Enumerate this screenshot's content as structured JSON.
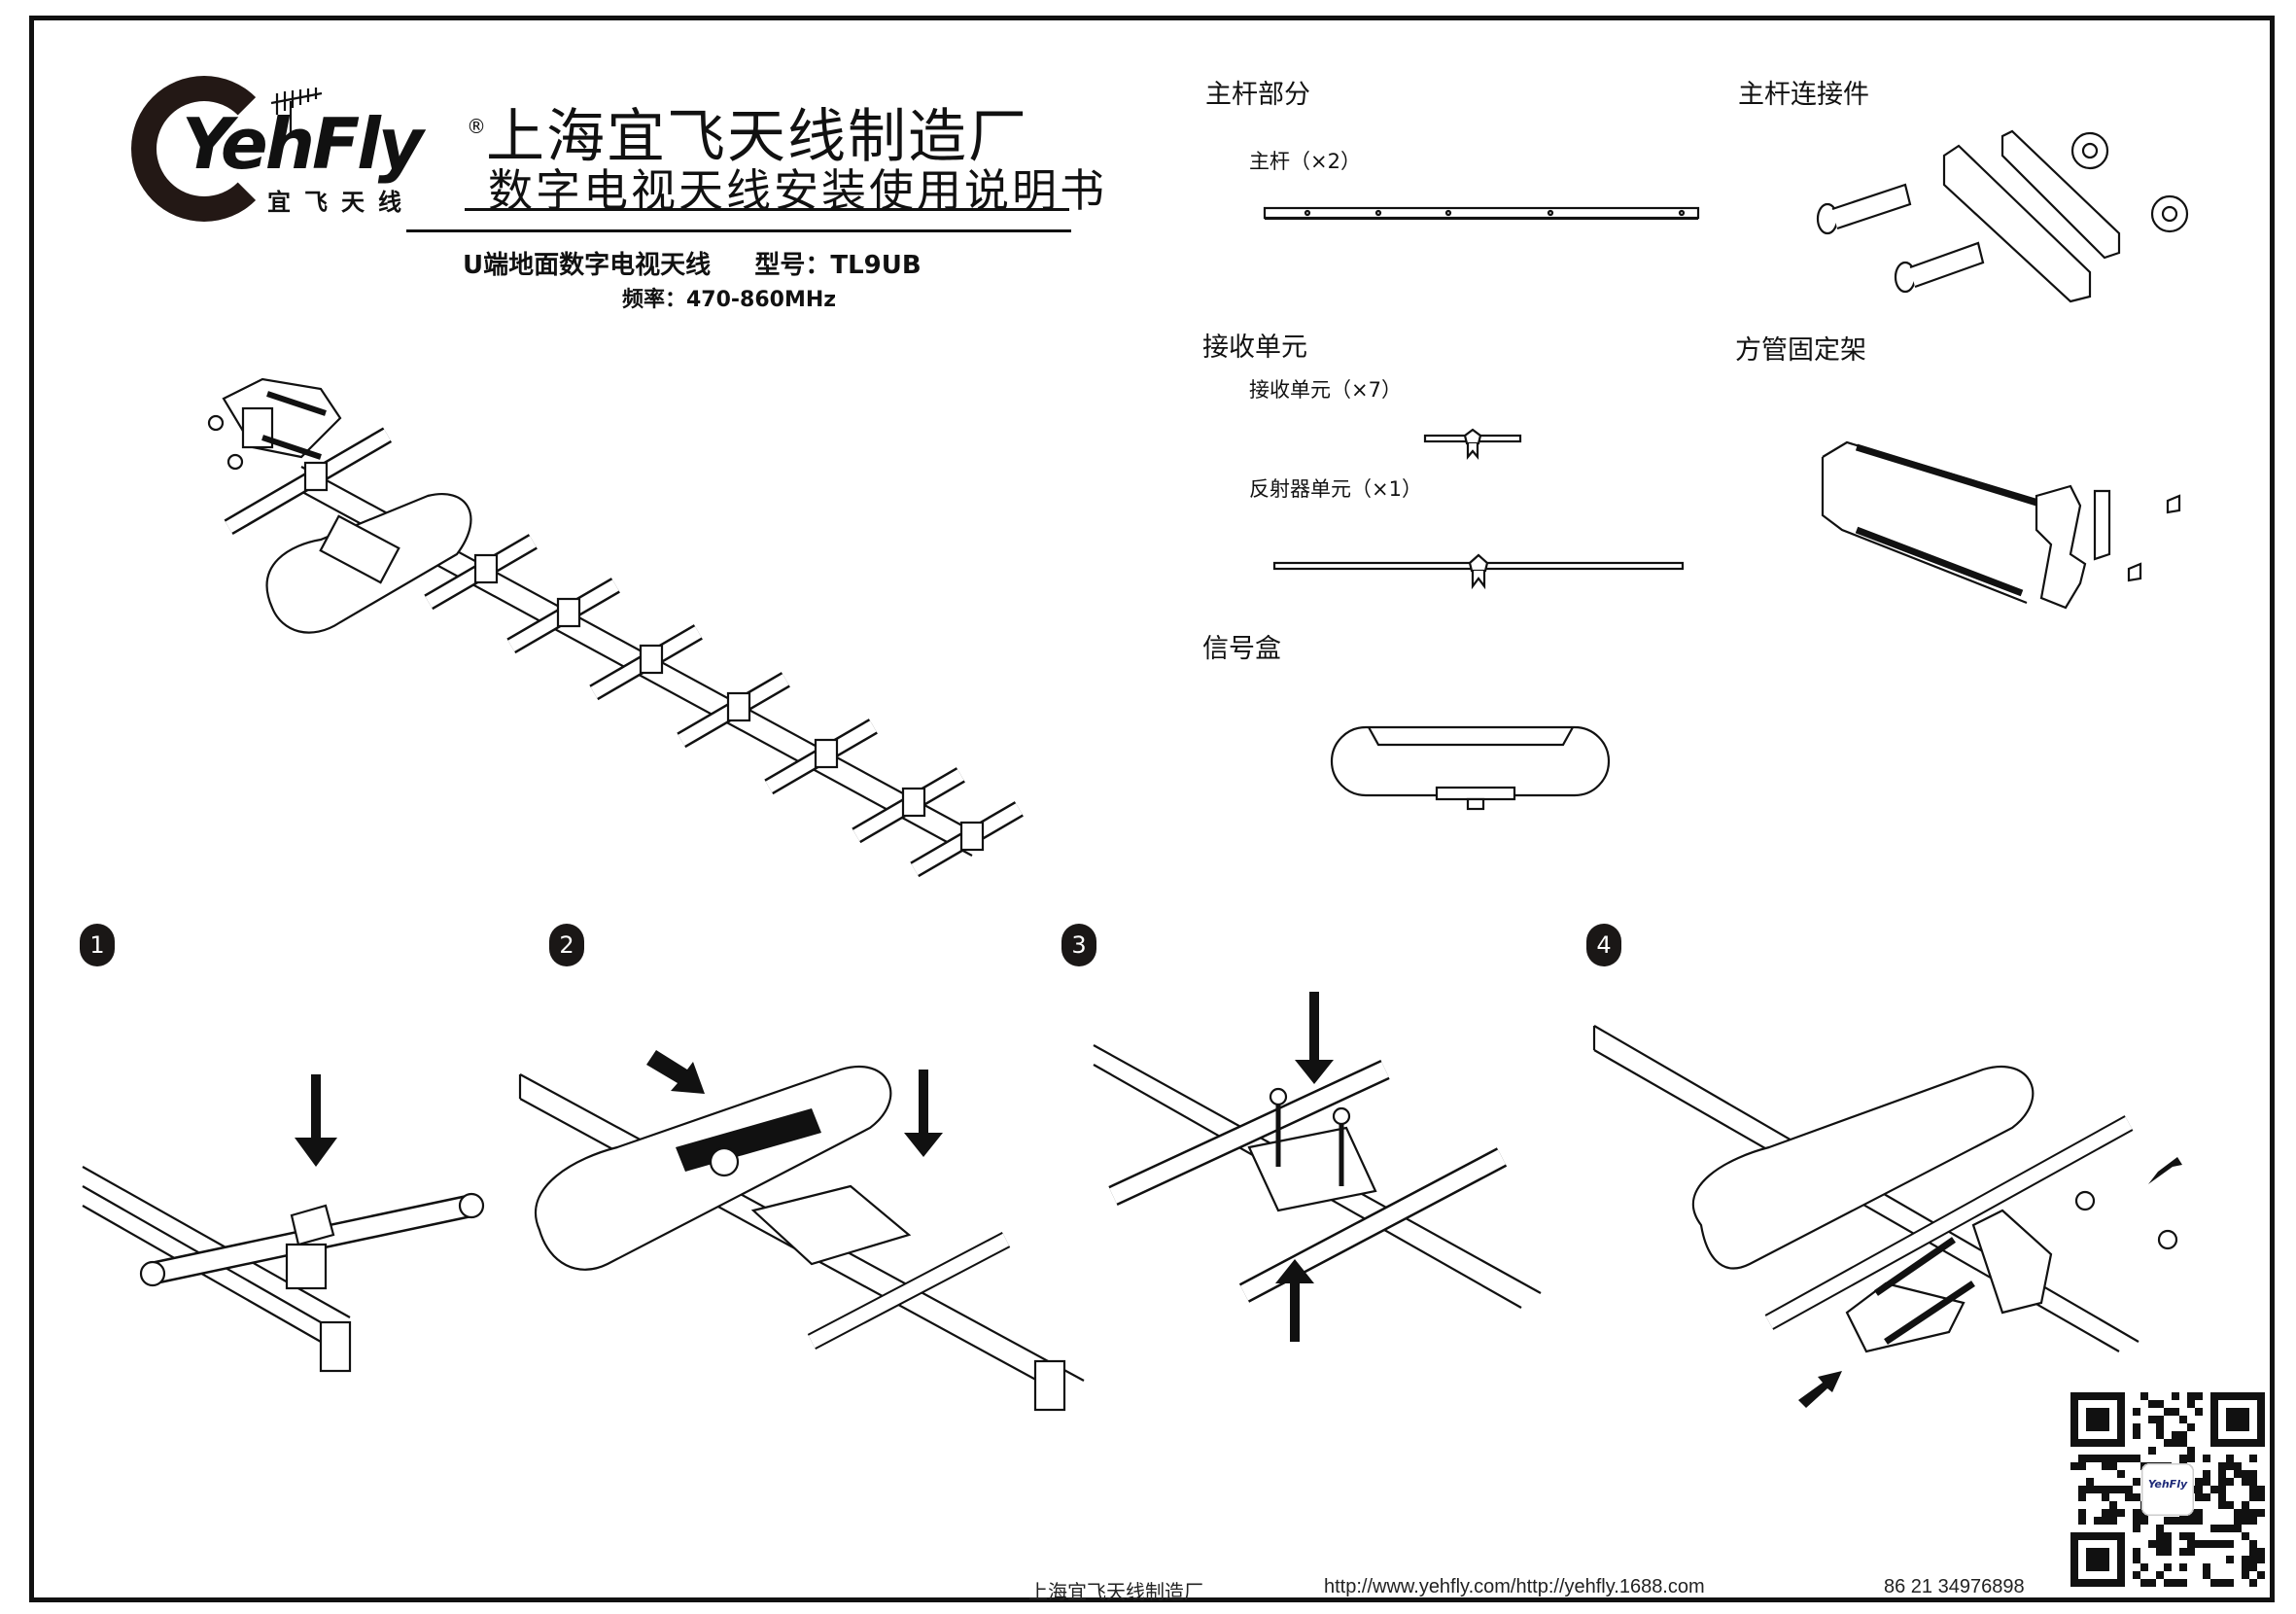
{
  "logo": {
    "brand": "YehFly",
    "brand_cn": "宜飞天线",
    "registered_mark": "®"
  },
  "header": {
    "company": "上海宜飞天线制造厂",
    "manual_title": "数字电视天线安装使用说明书",
    "product_line": "U端地面数字电视天线     型号：TL9UB",
    "frequency": "频率：470-860MHz"
  },
  "parts": {
    "main_rod_section": "主杆部分",
    "main_rod_item": "主杆（×2）",
    "rod_connector": "主杆连接件",
    "receiver_section": "接收单元",
    "receiver_item": "接收单元（×7）",
    "reflector_item": "反射器单元（×1）",
    "square_mount": "方管固定架",
    "signal_box": "信号盒"
  },
  "steps": [
    {
      "number": "1"
    },
    {
      "number": "2"
    },
    {
      "number": "3"
    },
    {
      "number": "4"
    }
  ],
  "footer": {
    "company": "上海宜飞天线制造厂",
    "urls": "http://www.yehfly.com/http://yehfly.1688.com",
    "phone": "86 21 34976898",
    "qr_logo": "YehFly"
  }
}
